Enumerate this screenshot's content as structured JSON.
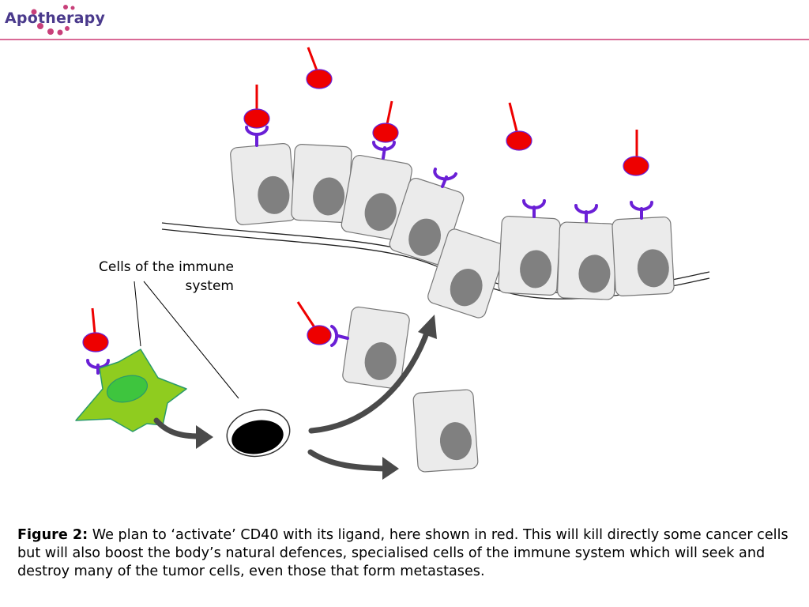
{
  "header": {
    "logo_text": "Apotherapy"
  },
  "diagram": {
    "immune_label": "Cells of the immune system"
  },
  "caption": {
    "lead": "Figure 2:",
    "text": " We plan to ‘activate’ CD40 with its ligand, here shown in red.  This will kill directly some cancer cells but will also boost the body’s natural defences, specialised cells of the immune system which will seek and destroy many of the tumor cells, even those that form metastases."
  },
  "colors": {
    "ligand": "#ee0000",
    "receptor": "#6a1fd6",
    "cell_fill": "#ebebeb",
    "nucleus": "#808080",
    "immune_cell": "#8fcc1f",
    "immune_nucleus": "#3ec53e",
    "arrow": "#4a4a4a",
    "accent_rule": "#d96a96",
    "logo": "#4a3a8c",
    "logo_dots": "#c8407a"
  }
}
